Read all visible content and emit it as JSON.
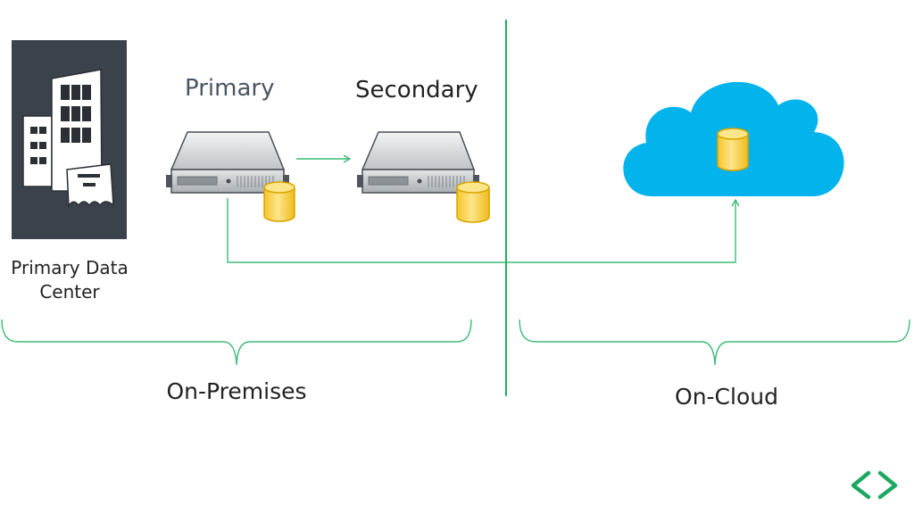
{
  "labels": {
    "primary": "Primary",
    "secondary": "Secondary",
    "data_center_line1": "Primary Data",
    "data_center_line2": "Center",
    "on_premises": "On-Premises",
    "on_cloud": "On-Cloud"
  },
  "colors": {
    "connector": "#3dbb77",
    "divider": "#1db35c",
    "building_panel": "#3b424c",
    "cloud": "#02b3ec",
    "database_fill": "#f8cf45",
    "database_stroke": "#d9a400",
    "server_body": "#c9cdd1"
  },
  "icons": [
    "building-icon",
    "server-icon",
    "database-icon",
    "cloud-icon",
    "code-brackets-icon"
  ]
}
